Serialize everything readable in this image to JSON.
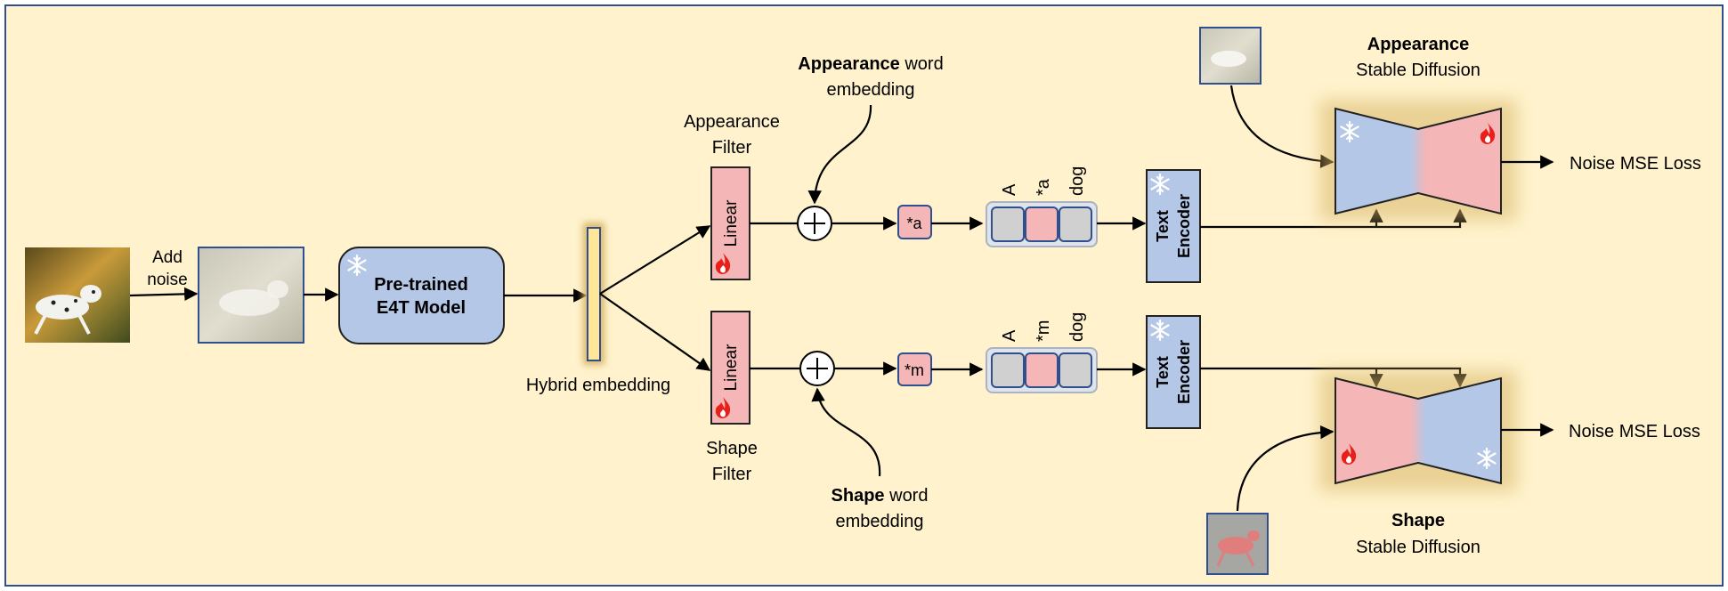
{
  "colors": {
    "panel_bg": "#fff2cc",
    "panel_border": "#2f4f8f",
    "frozen_blue": "#b4c7e7",
    "trainable_pink": "#f4b6b6",
    "hybrid_yellow": "#ffe699",
    "token_gray": "#d0d0d0",
    "glow": "#d9b86a",
    "fire": "#e8201a",
    "text": "#111111"
  },
  "icons": {
    "frozen": "snowflake-icon",
    "trainable": "flame-icon"
  },
  "input": {
    "add_noise": [
      "Add",
      "noise"
    ]
  },
  "e4t": {
    "label": [
      "Pre-trained",
      "E4T Model"
    ]
  },
  "hybrid": {
    "label": "Hybrid embedding"
  },
  "appearance": {
    "filter_label": [
      "Appearance",
      "Filter"
    ],
    "linear": "Linear",
    "word_embedding_bold": "Appearance",
    "word_embedding_rest": " word",
    "word_embedding_line2": "embedding",
    "token": "*a",
    "prompt_tokens": [
      "A",
      "*a",
      "dog"
    ],
    "text_encoder": [
      "Text",
      "Encoder"
    ],
    "sd_title": "Appearance",
    "sd_subtitle": "Stable Diffusion",
    "loss": "Noise MSE Loss"
  },
  "shape": {
    "filter_label": [
      "Shape",
      "Filter"
    ],
    "linear": "Linear",
    "word_embedding_bold": "Shape",
    "word_embedding_rest": " word",
    "word_embedding_line2": "embedding",
    "token": "*m",
    "prompt_tokens": [
      "A",
      "*m",
      "dog"
    ],
    "text_encoder": [
      "Text",
      "Encoder"
    ],
    "sd_title": "Shape",
    "sd_subtitle": "Stable Diffusion",
    "loss": "Noise MSE Loss"
  }
}
